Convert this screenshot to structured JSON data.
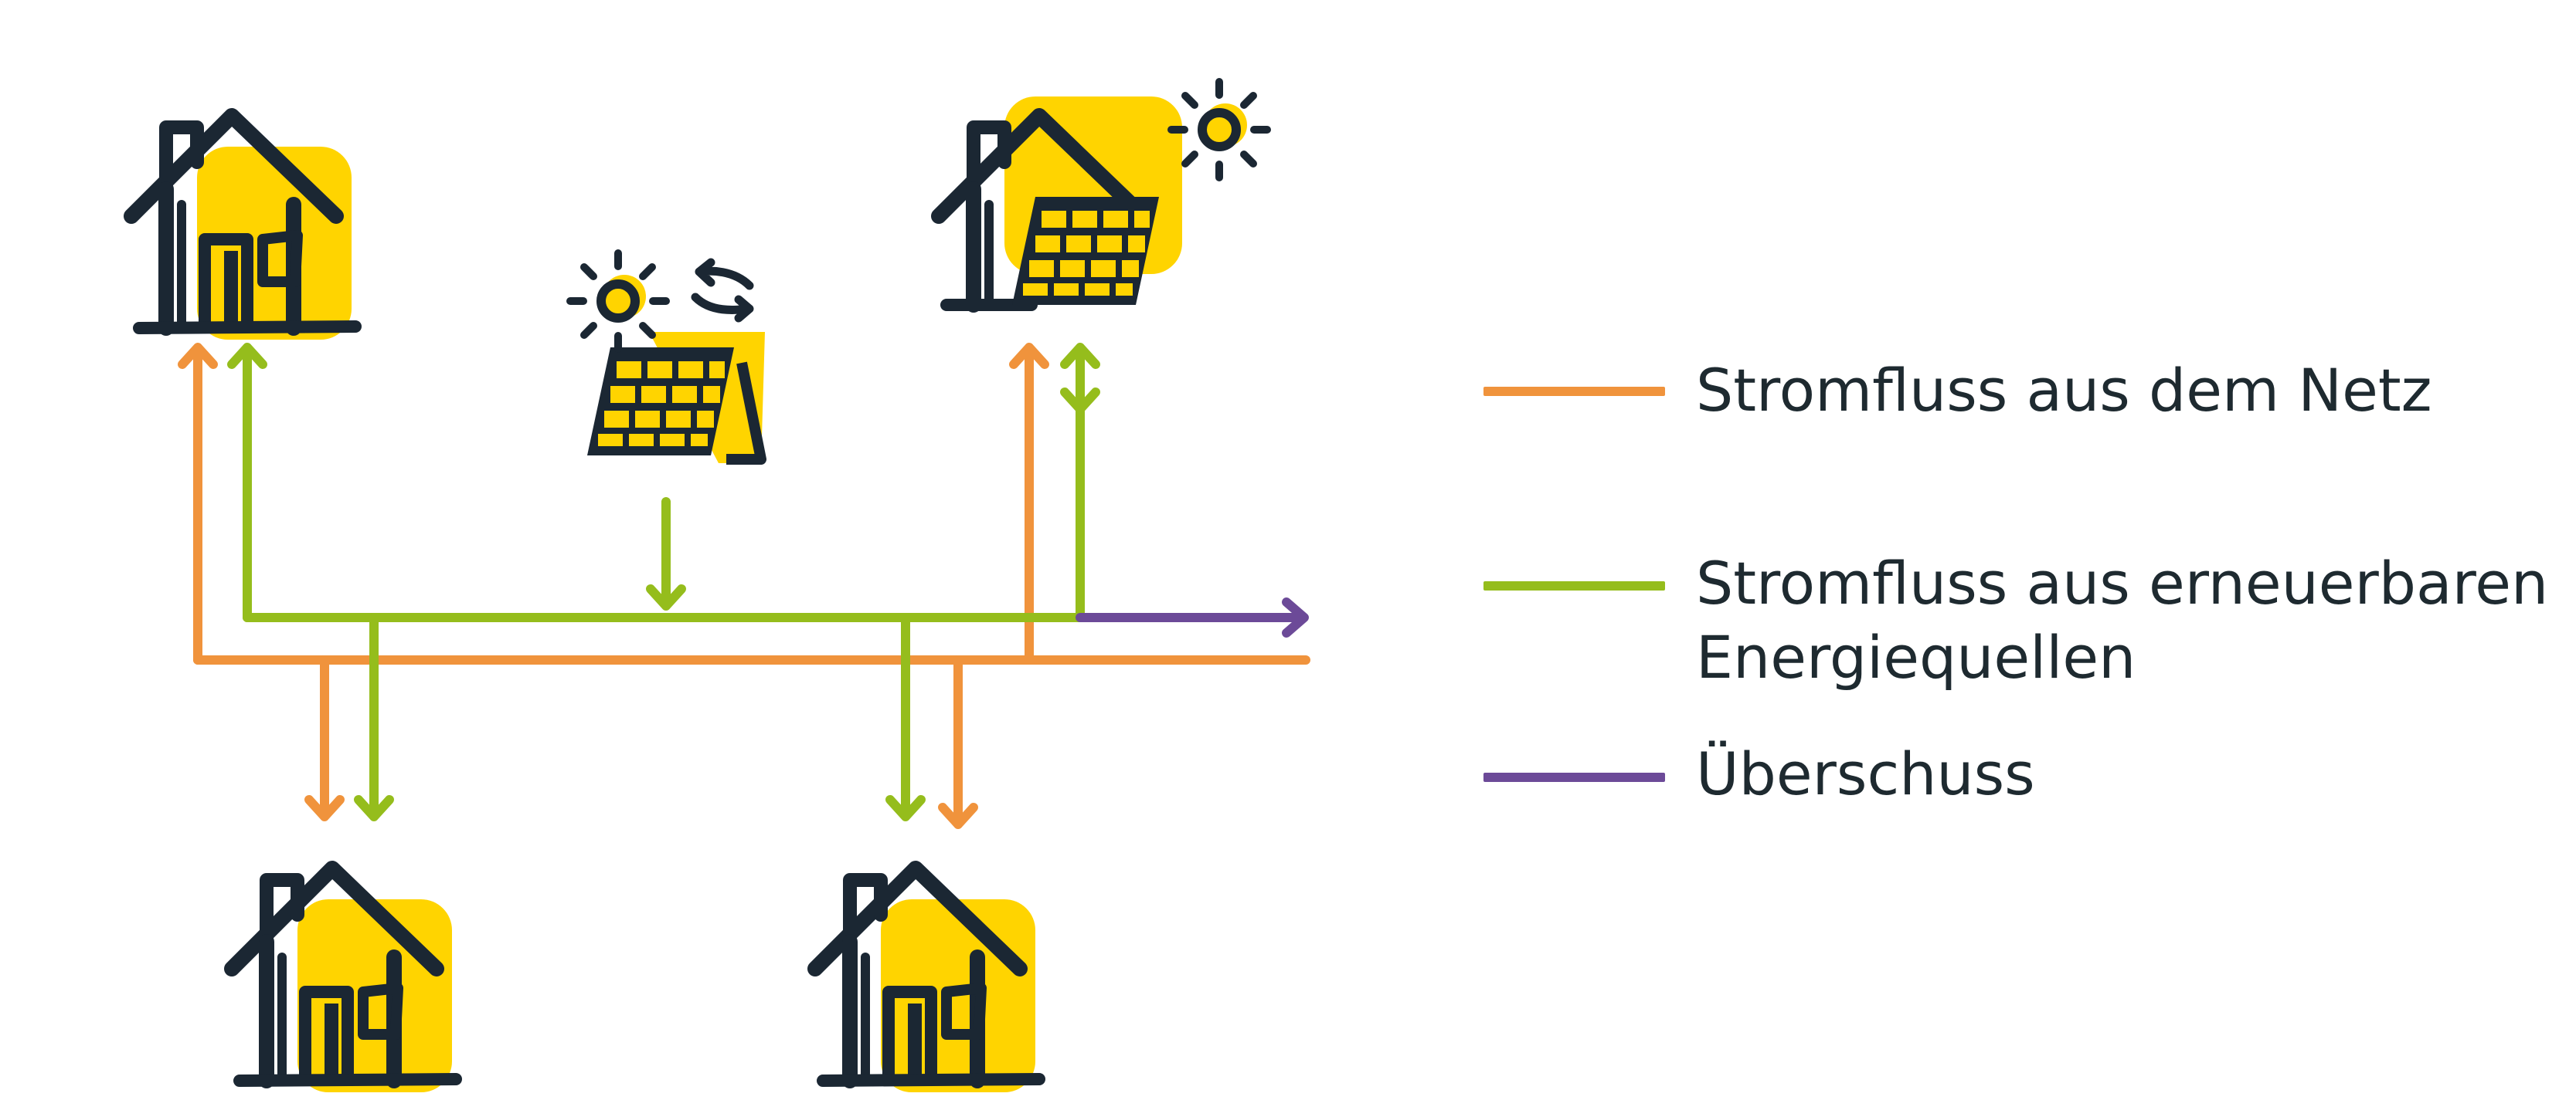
{
  "colors": {
    "grid": "#f0933c",
    "renewable": "#95bd1c",
    "surplus": "#6c4a98",
    "house_fill": "#ffd400",
    "outline": "#1b2733"
  },
  "icons": [
    "house-icon",
    "house-with-solar-panel-icon",
    "solar-panel-icon",
    "sun-icon",
    "exchange-arrows-icon"
  ],
  "legend": [
    {
      "key": "grid",
      "label": "Stromfluss aus dem Netz",
      "color": "#f0933c"
    },
    {
      "key": "renewable",
      "label": "Stromfluss aus erneuerbaren\nEnergiequellen",
      "color": "#95bd1c"
    },
    {
      "key": "surplus",
      "label": "Überschuss",
      "color": "#6c4a98"
    }
  ]
}
